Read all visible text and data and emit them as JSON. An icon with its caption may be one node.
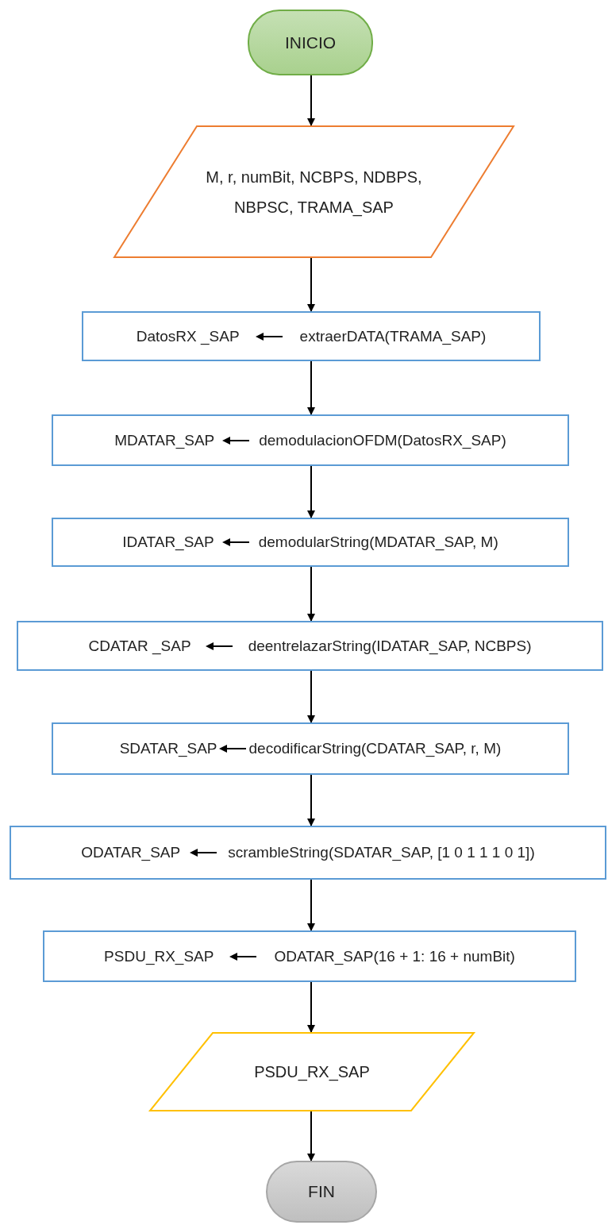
{
  "diagram": {
    "nodes": [
      {
        "text": [
          "INICIO"
        ]
      },
      {
        "text": [
          "M, r, numBit, NCBPS, NDBPS, NBPSC, TRAMA_SAP"
        ]
      },
      {
        "text": [
          "DatosRX _SAP",
          "extraerDATA(TRAMA_SAP)"
        ]
      },
      {
        "text": [
          "MDATAR_SAP",
          "demodulacionOFDM(DatosRX_SAP)"
        ]
      },
      {
        "text": [
          "IDATAR_SAP",
          "demodularString(MDATAR_SAP, M)"
        ]
      },
      {
        "text": [
          "CDATAR _SAP",
          "deentrelazarString(IDATAR_SAP, NCBPS)"
        ]
      },
      {
        "text": [
          "SDATAR_SAP",
          "decodificarString(CDATAR_SAP, r, M)"
        ]
      },
      {
        "text": [
          "ODATAR_SAP",
          "scrambleString(SDATAR_SAP, [1 0 1 1 1 0 1])"
        ]
      },
      {
        "text": [
          "PSDU_RX_SAP",
          "ODATAR_SAP(16 + 1: 16 + numBit)"
        ]
      },
      {
        "text": [
          "PSDU_RX_SAP"
        ]
      },
      {
        "text": [
          "FIN"
        ]
      }
    ],
    "edges": [
      {
        "from": 0,
        "to": 1,
        "arrow": "to"
      },
      {
        "from": 1,
        "to": 2,
        "arrow": "to"
      },
      {
        "from": 2,
        "to": 3,
        "arrow": "to"
      },
      {
        "from": 3,
        "to": 4,
        "arrow": "to"
      },
      {
        "from": 4,
        "to": 5,
        "arrow": "to"
      },
      {
        "from": 5,
        "to": 6,
        "arrow": "to"
      },
      {
        "from": 6,
        "to": 7,
        "arrow": "to"
      },
      {
        "from": 7,
        "to": 8,
        "arrow": "to"
      },
      {
        "from": 8,
        "to": 9,
        "arrow": "to"
      },
      {
        "from": 9,
        "to": 10,
        "arrow": "to"
      }
    ]
  }
}
